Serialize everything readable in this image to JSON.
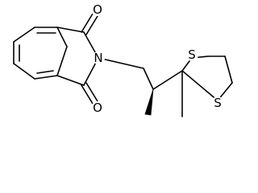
{
  "molecule": {
    "atoms": {
      "O1": "O",
      "O2": "O",
      "N": "N",
      "S1": "S",
      "S2": "S"
    }
  },
  "colors": {
    "bond": "#000000",
    "label": "#000000",
    "background": "#ffffff"
  }
}
